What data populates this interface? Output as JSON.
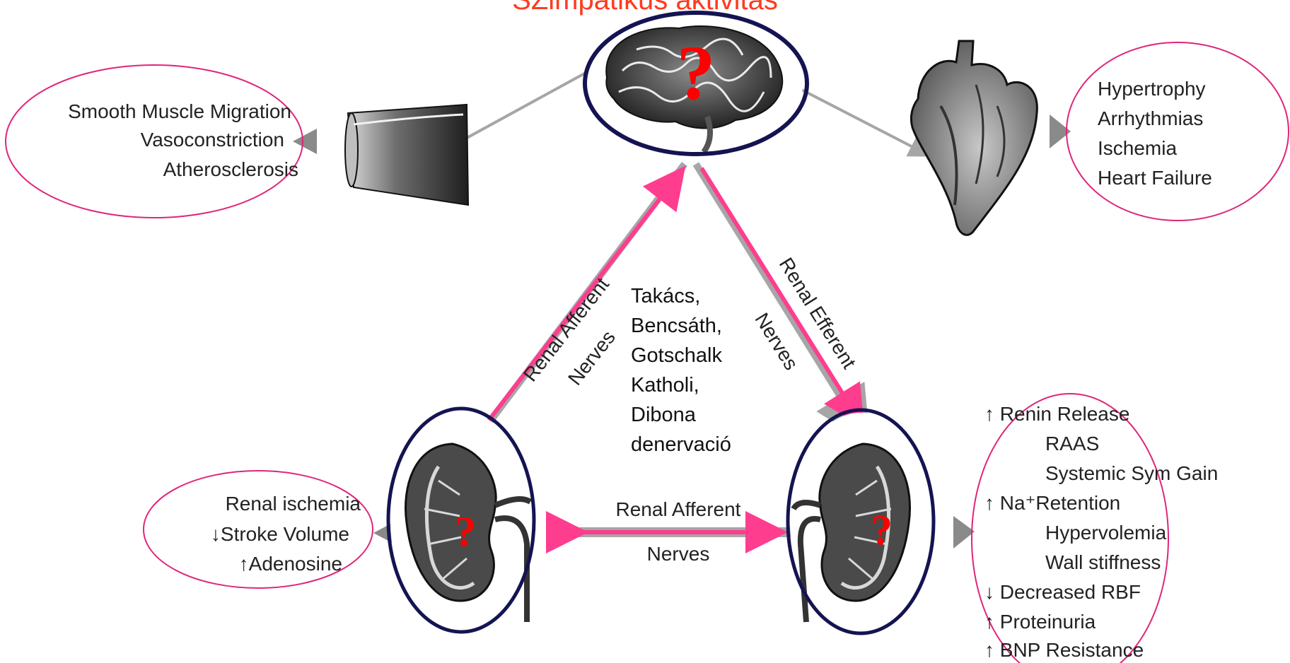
{
  "title": "SZimpatikus aktivitás",
  "question_mark": "?",
  "left_bubble": {
    "lines": [
      "Smooth Muscle Migration",
      "Vasoconstriction",
      "Atherosclerosis"
    ]
  },
  "right_bubble": {
    "lines": [
      "Hypertrophy",
      "Arrhythmias",
      "Ischemia",
      "Heart Failure"
    ]
  },
  "afferent_label": {
    "line1": "Renal Afferent",
    "line2": "Nerves"
  },
  "efferent_label": {
    "line1": "Renal Efferent",
    "line2": "Nerves"
  },
  "bottom_arrow_label": {
    "line1": "Renal Afferent",
    "line2": "Nerves"
  },
  "credits": [
    "Takács,",
    "Bencsáth,",
    "Gotschalk",
    "Katholi,",
    "Dibona",
    "denervació"
  ],
  "kidney_left_bubble": {
    "lines": [
      "Renal ischemia",
      "↓Stroke Volume",
      "↑Adenosine"
    ]
  },
  "kidney_right_bubble": {
    "lines": [
      "↑ Renin Release",
      "RAAS",
      "Systemic Sym Gain",
      "↑ Na⁺Retention",
      "Hypervolemia",
      "Wall stiffness",
      "↓ Decreased RBF",
      "↑ Proteinuria",
      "↑ BNP Resistance"
    ]
  },
  "colors": {
    "title": "#ff3b1f",
    "arrow_pink": "#ff3d8f",
    "arrow_gray": "#a6a6a6",
    "oval_navy": "#141452",
    "bubble_pink": "#e0257a",
    "question": "#ff0000"
  },
  "icons": [
    "brain-icon",
    "heart-icon",
    "blood-vessel-icon",
    "kidney-icon"
  ]
}
